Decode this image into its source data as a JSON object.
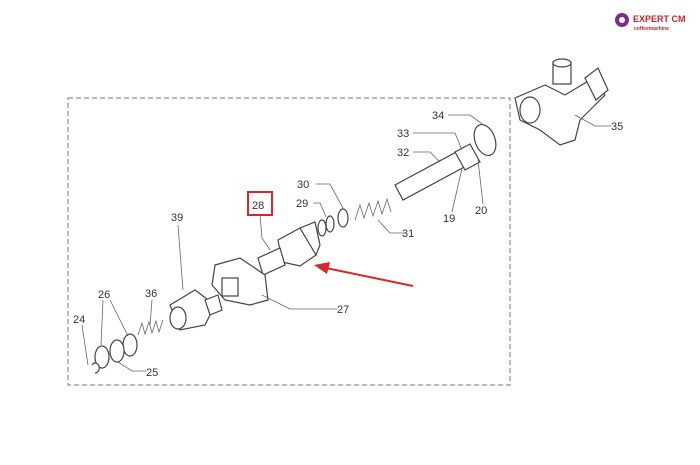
{
  "logo": {
    "brand": "EXPERT CM",
    "tagline": "coffeemachine",
    "colors": {
      "gear": "#7b2c8c",
      "text": "#c0262d"
    }
  },
  "highlight": {
    "part": "28",
    "color": "#d02a2a"
  },
  "labels": {
    "p19": "19",
    "p20": "20",
    "p24": "24",
    "p25": "25",
    "p26": "26",
    "p27": "27",
    "p28": "28",
    "p29": "29",
    "p30": "30",
    "p31": "31",
    "p32": "32",
    "p33": "33",
    "p34": "34",
    "p35": "35",
    "p36": "36",
    "p39": "39"
  }
}
